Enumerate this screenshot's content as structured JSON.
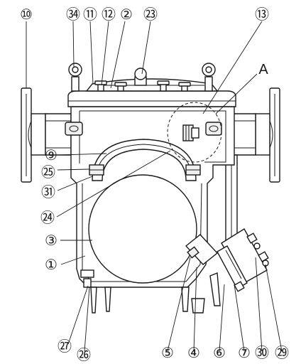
{
  "colors": {
    "line": "#1a1a1a",
    "fill": "#ffffff",
    "shade": "#efefef"
  },
  "detail_label": "A",
  "callouts": [
    {
      "id": "10",
      "label": "⑩"
    },
    {
      "id": "34",
      "label": "㉞"
    },
    {
      "id": "11",
      "label": "⑪"
    },
    {
      "id": "12",
      "label": "⑫"
    },
    {
      "id": "2",
      "label": "②"
    },
    {
      "id": "23",
      "label": "㉓"
    },
    {
      "id": "13",
      "label": "⑬"
    },
    {
      "id": "9",
      "label": "⑨"
    },
    {
      "id": "25",
      "label": "㉕"
    },
    {
      "id": "31",
      "label": "㉛"
    },
    {
      "id": "24",
      "label": "㉔"
    },
    {
      "id": "3",
      "label": "③"
    },
    {
      "id": "1",
      "label": "①"
    },
    {
      "id": "27",
      "label": "㉗"
    },
    {
      "id": "26",
      "label": "㉖"
    },
    {
      "id": "5",
      "label": "⑤"
    },
    {
      "id": "4",
      "label": "④"
    },
    {
      "id": "6",
      "label": "⑥"
    },
    {
      "id": "7",
      "label": "⑦"
    },
    {
      "id": "30",
      "label": "㉚"
    },
    {
      "id": "29",
      "label": "㉙"
    }
  ]
}
